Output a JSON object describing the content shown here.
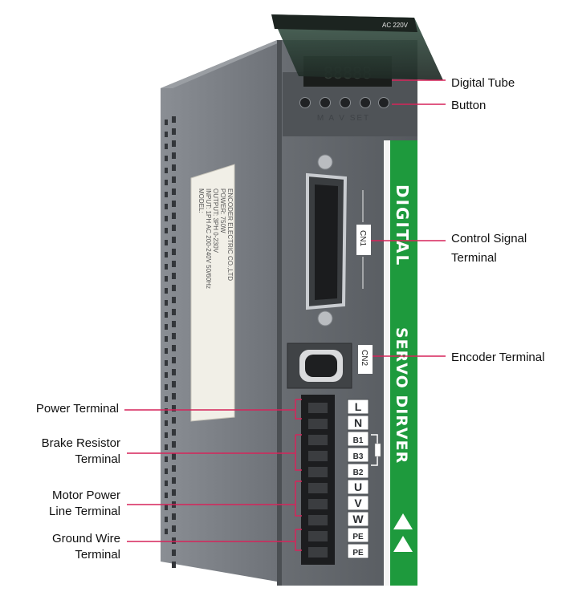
{
  "device": {
    "cover_label": "AC 220V",
    "display_text": "88888",
    "button_labels": "M  A  V  SET",
    "brand_text_1": "DIGITAL",
    "brand_text_2": "SERVO DIRVER",
    "cn1_label": "CN1",
    "cn2_label": "CN2",
    "terminal_labels": [
      "L",
      "N",
      "B1",
      "B3",
      "B2",
      "U",
      "V",
      "W",
      "PE",
      "PE"
    ],
    "nameplate_lines": [
      "MODEL: ",
      "INPUT: 1PH AC 200-240V 50/60Hz",
      "OUTPUT: 3PH 0-230V",
      "POWER: 750W",
      "ENCODER ELECTRIC CO.,LTD"
    ]
  },
  "callouts": {
    "digital_tube": "Digital Tube",
    "button": "Button",
    "control_signal_1": "Control Signal",
    "control_signal_2": "Terminal",
    "encoder_terminal": "Encoder Terminal",
    "power_terminal": "Power Terminal",
    "brake_resistor_1": "Brake Resistor",
    "brake_resistor_2": "Terminal",
    "motor_power_1": "Motor Power",
    "motor_power_2": "Line Terminal",
    "ground_wire_1": "Ground Wire",
    "ground_wire_2": "Terminal"
  },
  "colors": {
    "leader_line": "#d6245a",
    "housing": "#6b7076",
    "housing_side": "#7d8187",
    "front_panel": "#5f6368",
    "green_stripe": "#1e9a3d"
  }
}
